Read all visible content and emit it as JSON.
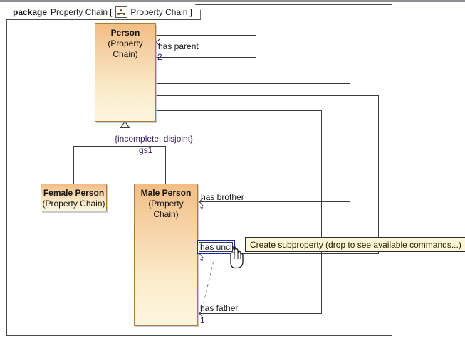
{
  "frame": {
    "keyword": "package",
    "package_name": "Property Chain",
    "bracket_open": "[",
    "diagram_icon": "diagram-icon",
    "diagram_name": "Property Chain",
    "bracket_close": "]"
  },
  "classes": [
    {
      "id": "person",
      "name": "Person",
      "package": "(Property Chain)"
    },
    {
      "id": "female",
      "name": "Female Person",
      "package": "(Property Chain)"
    },
    {
      "id": "male",
      "name": "Male Person",
      "package": "(Property Chain)"
    }
  ],
  "generalization": {
    "constraint": "{incomplete, disjoint}",
    "set_name": "gs1",
    "arrow": "hollow-triangle"
  },
  "associations": [
    {
      "id": "has-parent",
      "label": "has parent",
      "multiplicity": "2",
      "source": "Person",
      "target": "Person"
    },
    {
      "id": "has-brother",
      "label": "has brother",
      "multiplicity": "*",
      "source": "Male Person",
      "target": "Person"
    },
    {
      "id": "has-uncle",
      "label": "has uncle",
      "multiplicity": "*",
      "source": "Male Person",
      "target": "Person",
      "selected": true
    },
    {
      "id": "has-father",
      "label": "has father",
      "multiplicity": "1",
      "source": "Male Person",
      "target": "Person"
    }
  ],
  "tooltip": {
    "text": "Create subproperty (drop to see available commands...)"
  },
  "cursor": {
    "kind": "hand-drag-cursor"
  },
  "colors": {
    "class_fill_top": "#f3bd84",
    "class_fill_bottom": "#fdf6e0",
    "class_border": "#b07b37",
    "selection": "#1323c8",
    "tooltip_bg": "#fdf6d8",
    "multiplicity_text": "#3a1a5a",
    "line": "#3a3a3a"
  }
}
